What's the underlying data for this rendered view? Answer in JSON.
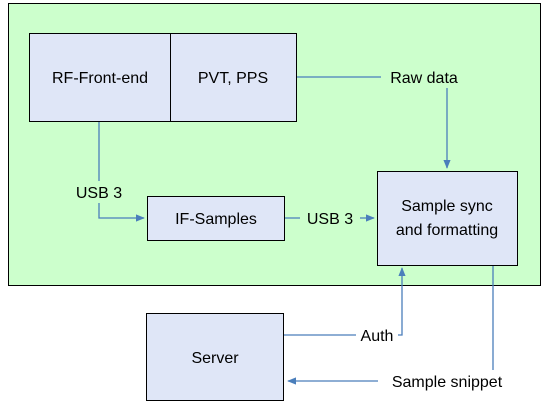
{
  "colors": {
    "panel_fill": "#ccffcc",
    "box_fill": "#dfe6f7",
    "stroke": "#000000",
    "arrow": "#4a7ebb"
  },
  "boxes": {
    "rf_frontend": "RF-Front-end",
    "pvt_pps": "PVT, PPS",
    "if_samples": "IF-Samples",
    "sample_sync_line1": "Sample sync",
    "sample_sync_line2": "and formatting",
    "server": "Server"
  },
  "edge_labels": {
    "raw_data": "Raw data",
    "usb3_left": "USB 3",
    "usb3_mid": "USB 3",
    "auth": "Auth",
    "sample_snippet": "Sample snippet"
  }
}
